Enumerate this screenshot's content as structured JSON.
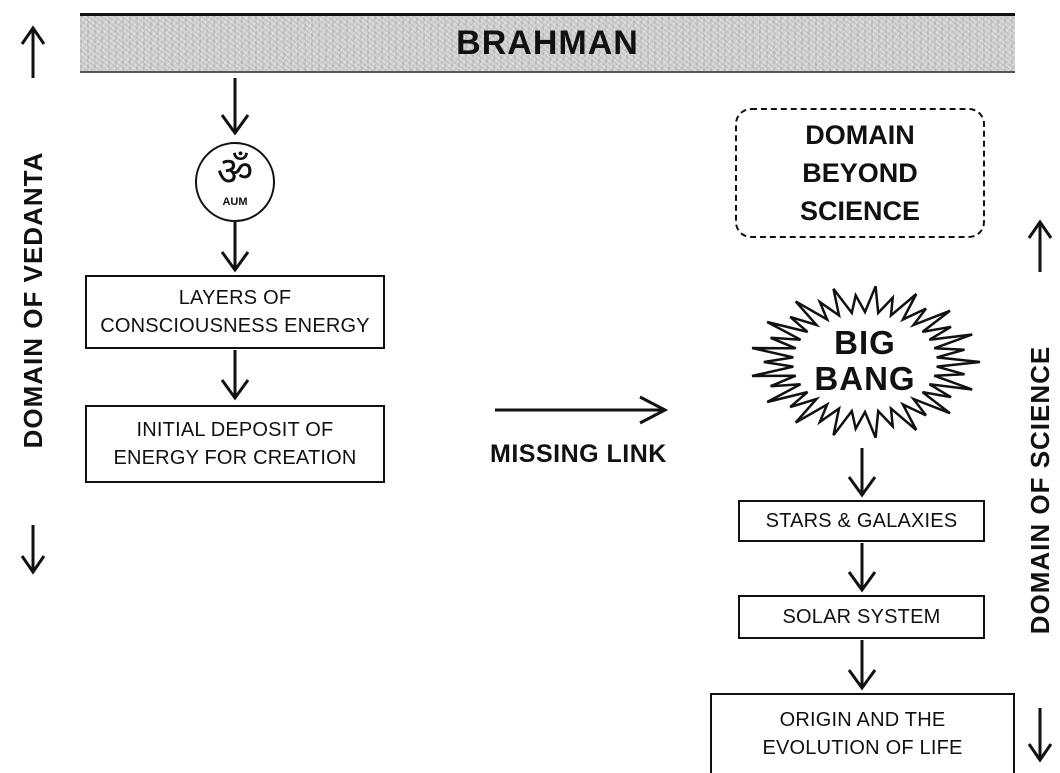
{
  "header": {
    "title": "BRAHMAN"
  },
  "left": {
    "domain_label": "DOMAIN OF VEDANTA",
    "aum_symbol": "ॐ",
    "aum_label": "AUM",
    "box1": {
      "line1": "LAYERS OF",
      "line2": "CONSCIOUSNESS ENERGY"
    },
    "box2": {
      "line1": "INITIAL DEPOSIT OF",
      "line2": "ENERGY FOR CREATION"
    }
  },
  "middle": {
    "missing_link": "MISSING LINK"
  },
  "right": {
    "domain_label": "DOMAIN OF SCIENCE",
    "beyond": {
      "line1": "DOMAIN",
      "line2": "BEYOND",
      "line3": "SCIENCE"
    },
    "big_bang": {
      "line1": "BIG",
      "line2": "BANG"
    },
    "box_stars": "STARS & GALAXIES",
    "box_solar": "SOLAR SYSTEM",
    "box_life": {
      "line1": "ORIGIN AND THE",
      "line2": "EVOLUTION OF LIFE"
    }
  },
  "colors": {
    "ink": "#111111",
    "banner_bg": "#d2d2d2",
    "paper": "#ffffff"
  }
}
